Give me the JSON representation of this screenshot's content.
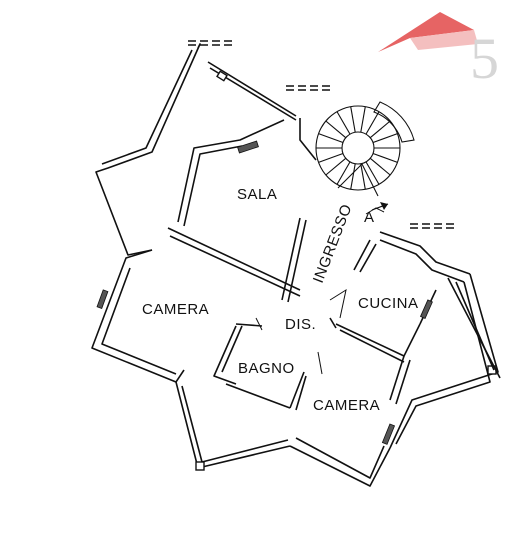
{
  "floorplan": {
    "rooms": {
      "sala": "SALA",
      "ingresso": "INGRESSO",
      "camera_left": "CAMERA",
      "dis": "DIS.",
      "cucina": "CUCINA",
      "bagno": "BAGNO",
      "camera_bottom": "CAMERA"
    },
    "arrow_label": "A"
  },
  "logo": {
    "numeral": "5",
    "colors": {
      "roof": "#e24a4a",
      "numeral": "#cfcfcf"
    }
  }
}
